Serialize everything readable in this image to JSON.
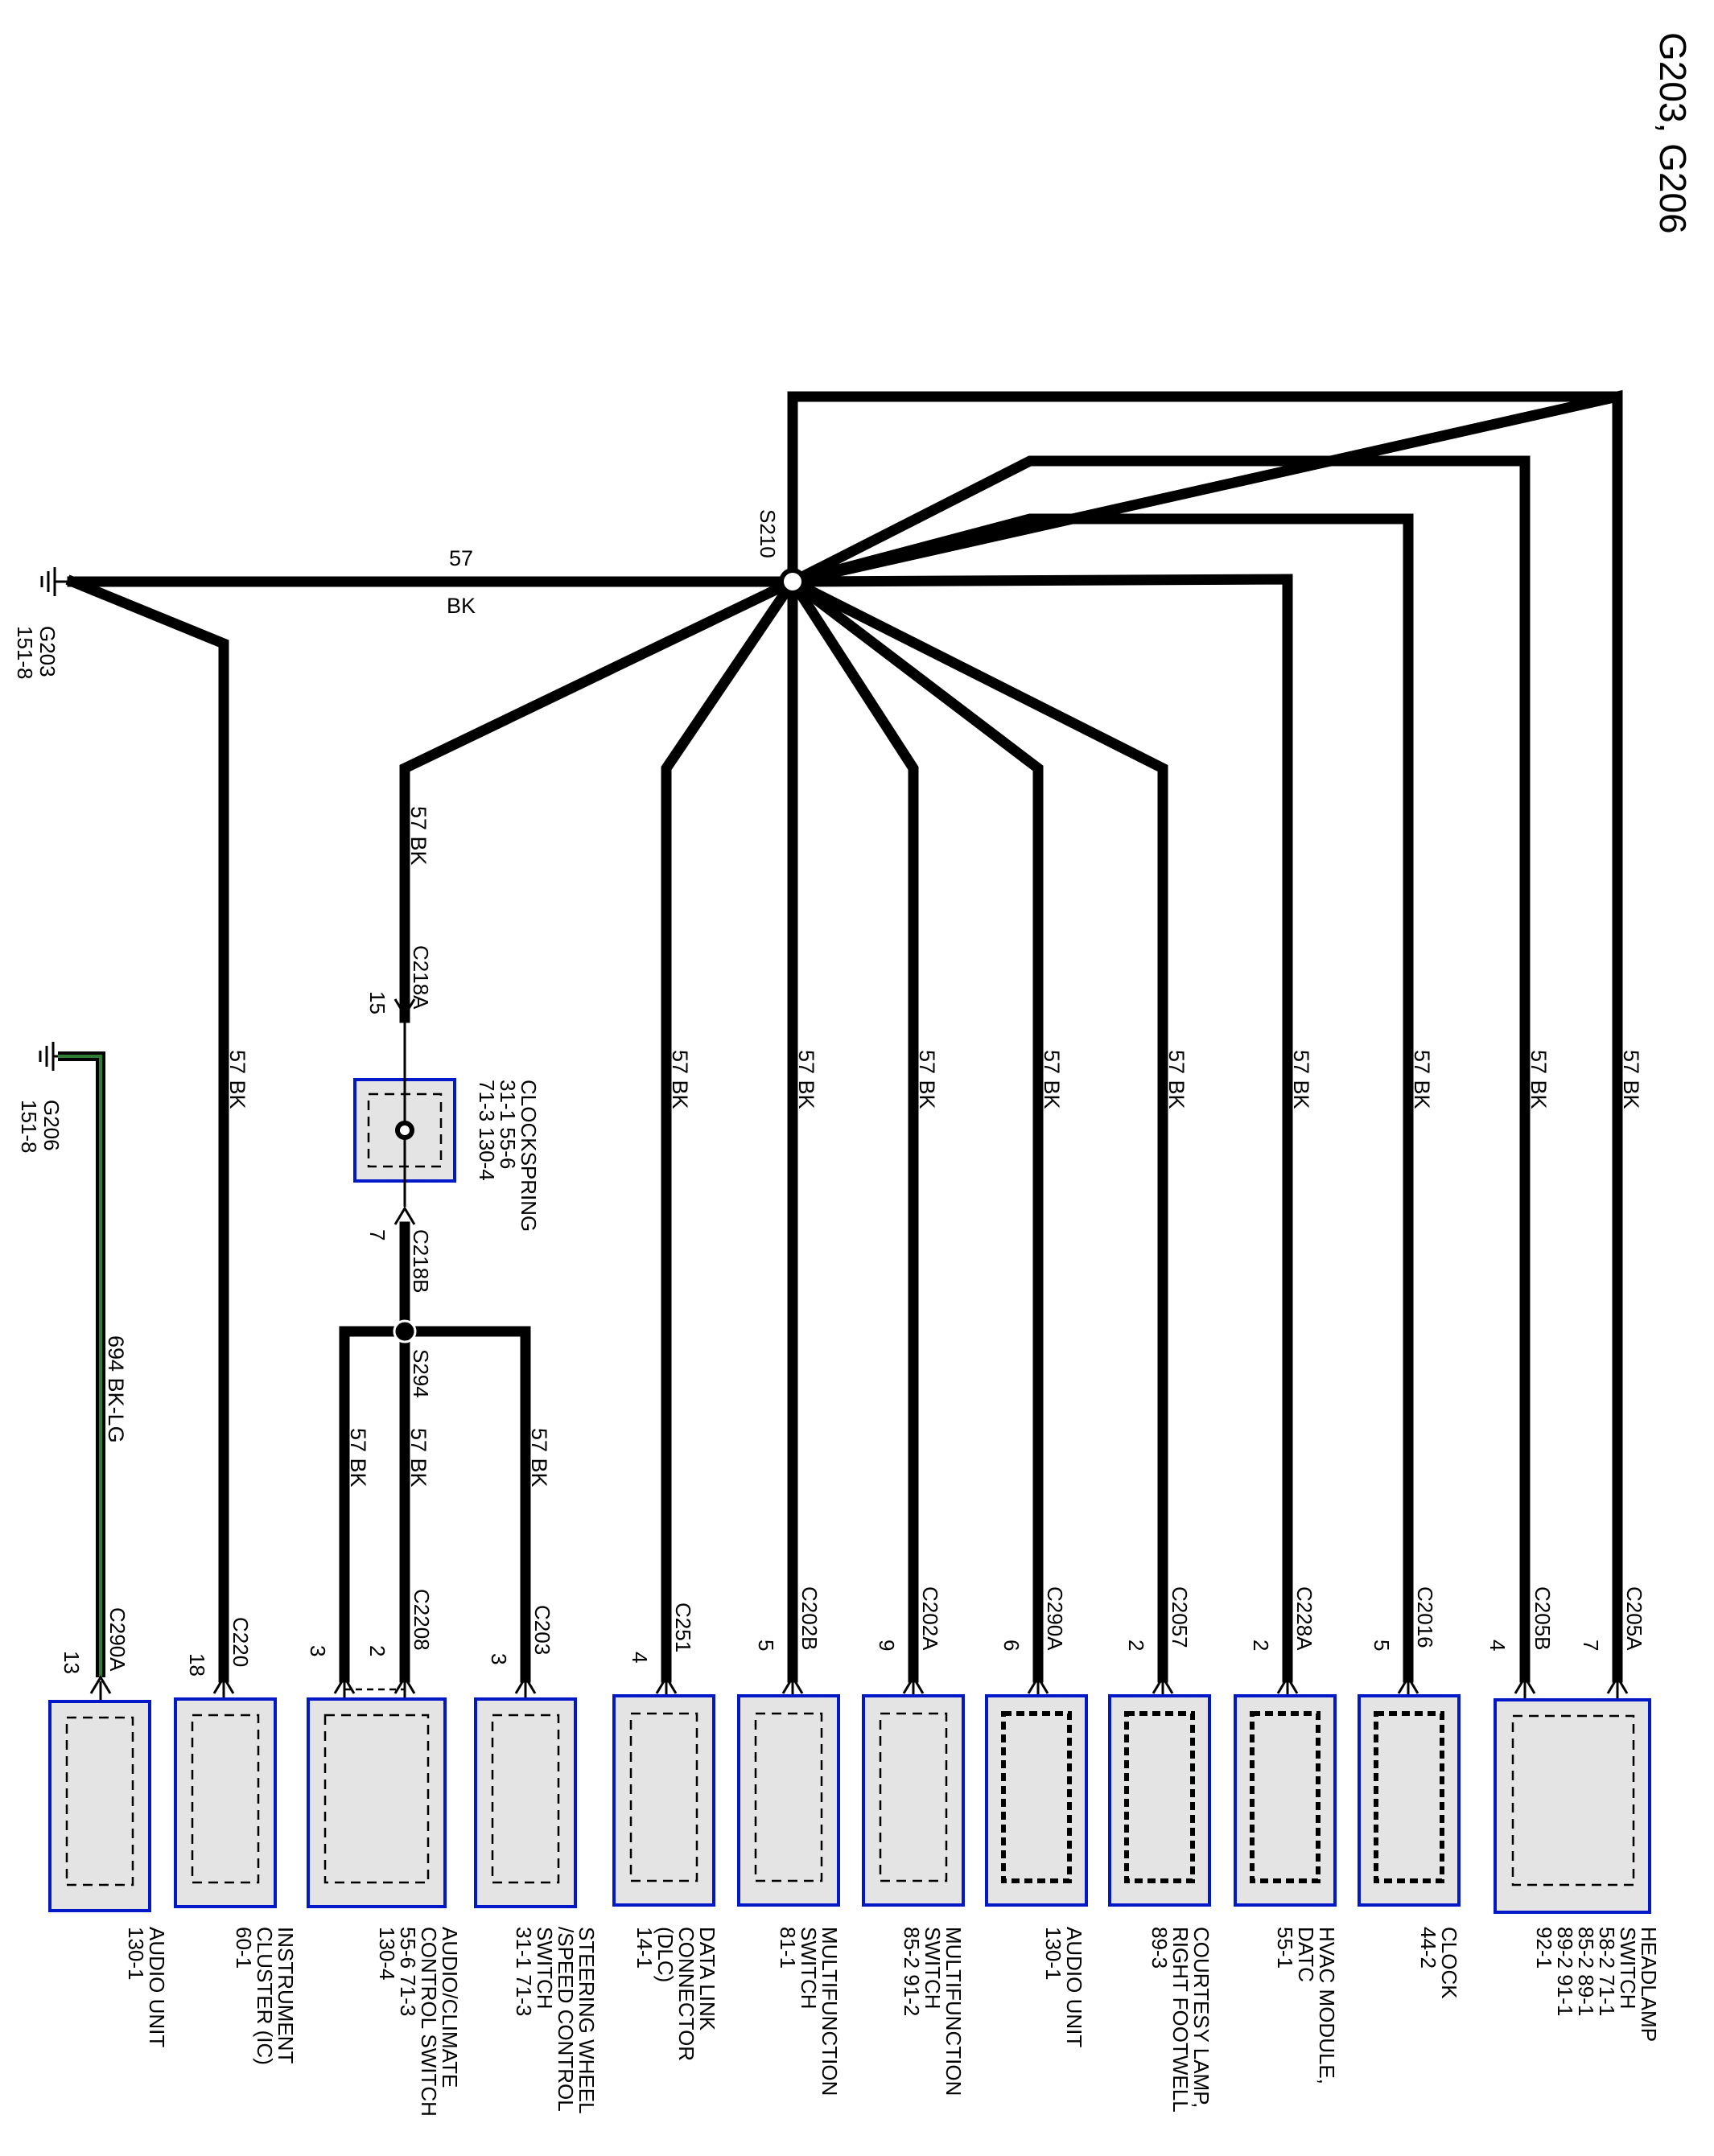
{
  "title": "G203, G206",
  "splices": {
    "main": "S210",
    "secondary": "S294"
  },
  "grounds": [
    {
      "id": "G203",
      "ref": "151-8"
    },
    {
      "id": "G206",
      "ref": "151-8"
    }
  ],
  "main_wire": {
    "circuit": "57",
    "color": "BK"
  },
  "branch_wire_label": "57  BK",
  "g206_wire_label": "694   BK-LG",
  "clockspring": {
    "name": "CLOCKSPRING",
    "refs": [
      "31-1   55-6",
      "71-3   130-4"
    ],
    "connector_top": "C218A",
    "pin_top": "15",
    "connector_bottom": "C218B",
    "pin_bottom": "7"
  },
  "components": [
    {
      "connectors": [
        {
          "id": "C205A",
          "pin": "7"
        },
        {
          "id": "C205B",
          "pin": "4"
        }
      ],
      "lines": [
        "HEADLAMP",
        "SWITCH",
        "58-2   71-1",
        "85-2   89-1",
        "89-2   91-1",
        "92-1"
      ]
    },
    {
      "connectors": [
        {
          "id": "C2016",
          "pin": "5"
        }
      ],
      "lines": [
        "CLOCK",
        "44-2"
      ]
    },
    {
      "connectors": [
        {
          "id": "C228A",
          "pin": "2"
        }
      ],
      "lines": [
        "HVAC MODULE,",
        "DATC",
        "55-1"
      ]
    },
    {
      "connectors": [
        {
          "id": "C2057",
          "pin": "2"
        }
      ],
      "lines": [
        "COURTESY LAMP,",
        "RIGHT FOOTWELL",
        "89-3"
      ]
    },
    {
      "connectors": [
        {
          "id": "C290A",
          "pin": "6"
        }
      ],
      "lines": [
        "AUDIO UNIT",
        "130-1"
      ]
    },
    {
      "connectors": [
        {
          "id": "C202A",
          "pin": "9"
        }
      ],
      "lines": [
        "MULTIFUNCTION",
        "SWITCH",
        "85-2   91-2"
      ]
    },
    {
      "connectors": [
        {
          "id": "C202B",
          "pin": "5"
        }
      ],
      "lines": [
        "MULTIFUNCTION",
        "SWITCH",
        "81-1"
      ]
    },
    {
      "connectors": [
        {
          "id": "C251",
          "pin": "4"
        }
      ],
      "lines": [
        "DATA LINK",
        "CONNECTOR",
        "(DLC)",
        "14-1"
      ]
    },
    {
      "connectors": [
        {
          "id": "C203",
          "pin": "3"
        }
      ],
      "lines": [
        "STEERING WHEEL",
        "/SPEED CONTROL",
        "SWITCH",
        "31-1   71-3"
      ]
    },
    {
      "connectors": [
        {
          "id": "C2208",
          "pin": "2"
        },
        {
          "id": "",
          "pin": "3"
        }
      ],
      "lines": [
        "AUDIO/CLIMATE",
        "CONTROL SWITCH",
        "55-6      71-3",
        "130-4"
      ]
    },
    {
      "connectors": [
        {
          "id": "C220",
          "pin": "18"
        }
      ],
      "lines": [
        "INSTRUMENT",
        "CLUSTER (IC)",
        "60-1"
      ]
    },
    {
      "connectors": [
        {
          "id": "C290A",
          "pin": "13"
        }
      ],
      "lines": [
        "AUDIO UNIT",
        "130-1"
      ]
    }
  ]
}
